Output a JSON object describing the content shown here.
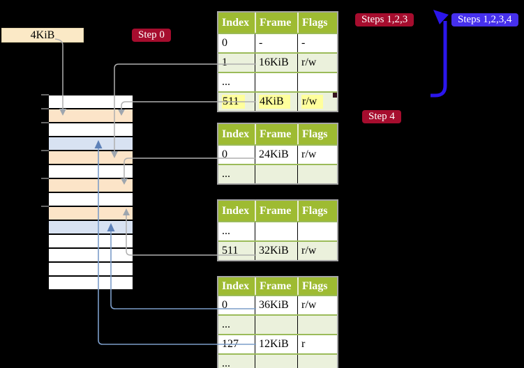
{
  "labels": {
    "page_size": "4KiB",
    "step0": "Step 0",
    "steps_123": "Steps 1,2,3",
    "steps_1234": "Steps 1,2,3,4",
    "step4": "Step 4"
  },
  "colors": {
    "background": "#000000",
    "table_header_green": "#9EBB32",
    "table_row_stripe": "#EBF1DC",
    "table_border_gray": "#A6A6A6",
    "highlight_yellow": "#FFFF9C",
    "frame_pagetable_orange": "#FCE4C8",
    "frame_mapped_blue": "#D8E2F2",
    "frame_free_white": "#FFFFFF",
    "label_red": "#A60D2E",
    "label_blue": "#4630ED",
    "connector_gray": "#AFAFAF",
    "connector_blue": "#7C9DC9",
    "loop_arrow_blue": "#2B16EC"
  },
  "memory": {
    "rows": [
      "free",
      "pagetable",
      "free",
      "page",
      "pagetable",
      "free",
      "pagetable",
      "free",
      "pagetable",
      "page",
      "free",
      "free",
      "free",
      "free"
    ]
  },
  "tables": [
    {
      "name": "page-table-level4",
      "headers": [
        "Index",
        "Frame",
        "Flags"
      ],
      "rows": [
        {
          "index": "0",
          "frame": "-",
          "flags": "-"
        },
        {
          "index": "1",
          "frame": "16KiB",
          "flags": "r/w"
        },
        {
          "index": "...",
          "frame": "",
          "flags": ""
        },
        {
          "index": "511",
          "frame": "4KiB",
          "flags": "r/w"
        }
      ]
    },
    {
      "name": "page-table-level3",
      "headers": [
        "Index",
        "Frame",
        "Flags"
      ],
      "rows": [
        {
          "index": "0",
          "frame": "24KiB",
          "flags": "r/w"
        },
        {
          "index": "...",
          "frame": "",
          "flags": ""
        }
      ]
    },
    {
      "name": "page-table-level2",
      "headers": [
        "Index",
        "Frame",
        "Flags"
      ],
      "rows": [
        {
          "index": "...",
          "frame": "",
          "flags": ""
        },
        {
          "index": "511",
          "frame": "32KiB",
          "flags": "r/w"
        }
      ]
    },
    {
      "name": "page-table-level1",
      "headers": [
        "Index",
        "Frame",
        "Flags"
      ],
      "rows": [
        {
          "index": "0",
          "frame": "36KiB",
          "flags": "r/w"
        },
        {
          "index": "...",
          "frame": "",
          "flags": ""
        },
        {
          "index": "127",
          "frame": "12KiB",
          "flags": "r"
        },
        {
          "index": "...",
          "frame": "",
          "flags": ""
        }
      ]
    }
  ]
}
